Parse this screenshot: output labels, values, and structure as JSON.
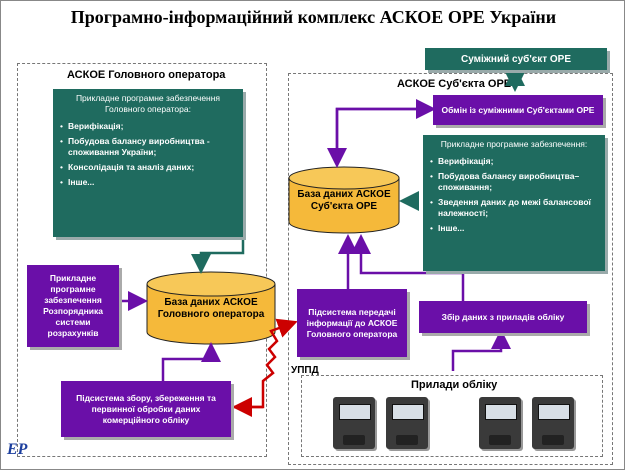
{
  "title": "Програмно-інформаційний комплекс АСКОЕ ОРЕ України",
  "main_operator": {
    "zone_label": "АСКОЕ Головного оператора",
    "software": {
      "header": "Прикладне програмне забезпечення Головного оператора:",
      "items": [
        "Верифікація;",
        "Побудова балансу виробництва - споживання України;",
        "Консолідація та аналіз даних;",
        "Інше..."
      ]
    },
    "distributor_software": "Прикладне програмне забезпечення Розпорядника системи розрахунків",
    "database": "База даних АСКОЕ Головного оператора",
    "collection_subsystem": "Підсистема збору, збереження та первинної обробки даних комерційного обліку"
  },
  "subject": {
    "adjacent_subject": "Суміжний суб'єкт ОРЕ",
    "zone_label": "АСКОЕ Суб'єкта ОРЕ",
    "exchange": "Обмін із суміжними Суб'єктами ОРЕ",
    "database": "База даних АСКОЕ Суб'єкта ОРЕ",
    "software": {
      "header": "Прикладне програмне забезпечення:",
      "items": [
        "Верифікація;",
        "Побудова балансу виробництва–споживання;",
        "Зведення даних до межі балансової належності;",
        "Інше..."
      ]
    },
    "transfer_subsystem": "Підсистема передачі інформації до АСКОЕ Головного оператора",
    "meter_data_collection": "Збір даних з приладів обліку",
    "uppd": "УППД",
    "meters_label": "Прилади обліку"
  },
  "colors": {
    "teal": "#1f6b5f",
    "purple": "#6a0fa8",
    "cylinder": "#f5b93a",
    "link_red": "#cc0000",
    "arrow_teal": "#1f6b5f"
  },
  "logo": "EP"
}
